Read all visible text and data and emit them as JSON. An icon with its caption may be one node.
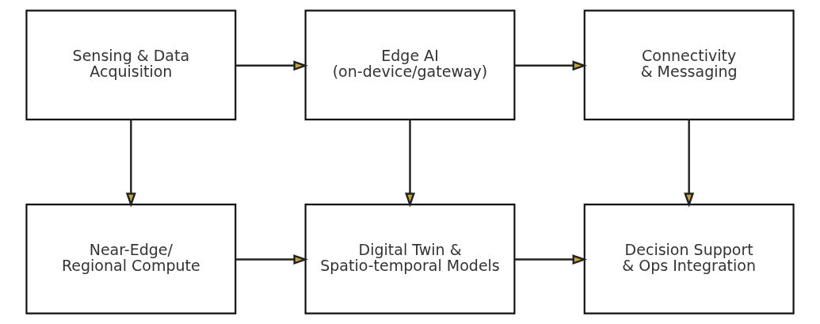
{
  "diagram": {
    "nodes": [
      {
        "text": [
          "Sensing & Data Acquisition"
        ]
      },
      {
        "text": [
          "Edge AI (on-device/gateway)"
        ]
      },
      {
        "text": [
          "Connectivity & Messaging"
        ]
      },
      {
        "text": [
          "Near-Edge/ Regional Compute"
        ]
      },
      {
        "text": [
          "Digital Twin & Spatio-temporal Models"
        ]
      },
      {
        "text": [
          "Decision Support & Ops Integration"
        ]
      }
    ],
    "edges": [
      {
        "from": 0,
        "to": 1,
        "arrow": "to"
      },
      {
        "from": 1,
        "to": 2,
        "arrow": "to"
      },
      {
        "from": 0,
        "to": 3,
        "arrow": "to"
      },
      {
        "from": 1,
        "to": 4,
        "arrow": "to"
      },
      {
        "from": 2,
        "to": 5,
        "arrow": "to"
      },
      {
        "from": 3,
        "to": 4,
        "arrow": "to"
      },
      {
        "from": 4,
        "to": 5,
        "arrow": "to"
      }
    ]
  }
}
